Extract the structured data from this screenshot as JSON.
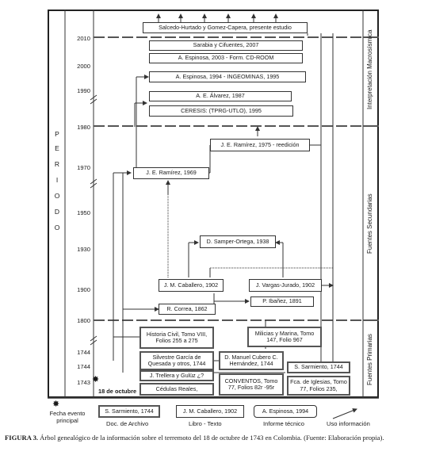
{
  "periodo_letters": [
    "P",
    "E",
    "R",
    "I",
    "O",
    "D",
    "O"
  ],
  "years": [
    {
      "label": "2010",
      "key": "y2010"
    },
    {
      "label": "2000",
      "key": "y2000"
    },
    {
      "label": "1990",
      "key": "y1990"
    },
    {
      "label": "1980",
      "key": "y1980"
    },
    {
      "label": "1970",
      "key": "y1970"
    },
    {
      "label": "1950",
      "key": "y1950"
    },
    {
      "label": "1930",
      "key": "y1930"
    },
    {
      "label": "1900",
      "key": "y1900"
    },
    {
      "label": "1800",
      "key": "y1800"
    },
    {
      "label": "1744",
      "key": "y1744a"
    },
    {
      "label": "1744",
      "key": "y1744b"
    },
    {
      "label": "1743",
      "key": "y1743"
    }
  ],
  "side_labels": {
    "top": "Interpretación Macrosísmica",
    "middle": "Fuentes Secundarias",
    "bottom": "Fuentes Primarias"
  },
  "boxes": {
    "salcedo": "Salcedo-Hurtado y Gomez-Capera, presente estudio",
    "sarabia": "Sarabia y Cifuentes, 2007",
    "espinosa2003": "A. Espinosa, 2003 - Form. CD-ROOM",
    "espinosa1994": "A. Espinosa, 1994 - INGEOMINAS,  1995",
    "alvarez": "A. E. Álvarez, 1987",
    "ceresis": "CERESIS: (TPRG-UTLO), 1995",
    "ramirez1975": "J. E. Ramírez, 1975 - reedición",
    "ramirez1969": "J. E. Ramírez, 1969",
    "samper": "D. Samper-Ortega, 1938",
    "caballero": "J. M. Caballero, 1902",
    "vargas": "J. Vargas-Jurado, 1902",
    "ibanez": "P. Ibañez, 1891",
    "correa": "R. Correa, 1862",
    "historia": "Historia Civil, Tomo VIII, Folios 255 a 275",
    "milicias": "Milicias y Marina, Tomo 147, Folio 967",
    "silvestre": "Silvestre García de Quesada y otros, 1744",
    "cubero": "D. Manuel Cubero C. Hernández, 1744",
    "sarmiento": "S. Sarmiento, 1744",
    "trellera": "J. Trellera y Gulüz ¿?",
    "cedulas": "Cédulas Reales,",
    "conventos": "CONVENTOS, Tomo 77, Folios 82r -95r",
    "iglesias": "Fca. de Iglesias, Tomo 77, Folios 235,"
  },
  "event_label": "18 de octubre",
  "legend": {
    "fecha": "Fecha evento principal",
    "doc_box": "S. Sarmiento, 1744",
    "doc_label": "Doc. de Archivo",
    "libro_box": "J. M. Caballero, 1902",
    "libro_label": "Libro - Texto",
    "informe_box": "A. Espinosa, 1994",
    "informe_label": "Informe técnico",
    "uso_label": "Uso información"
  },
  "caption": {
    "label": "FIGURA 3.",
    "text": " Árbol genealógico de la información sobre el terremoto del 18 de octubre de 1743 en Colombia. (Fuente: Elaboración propia)."
  }
}
